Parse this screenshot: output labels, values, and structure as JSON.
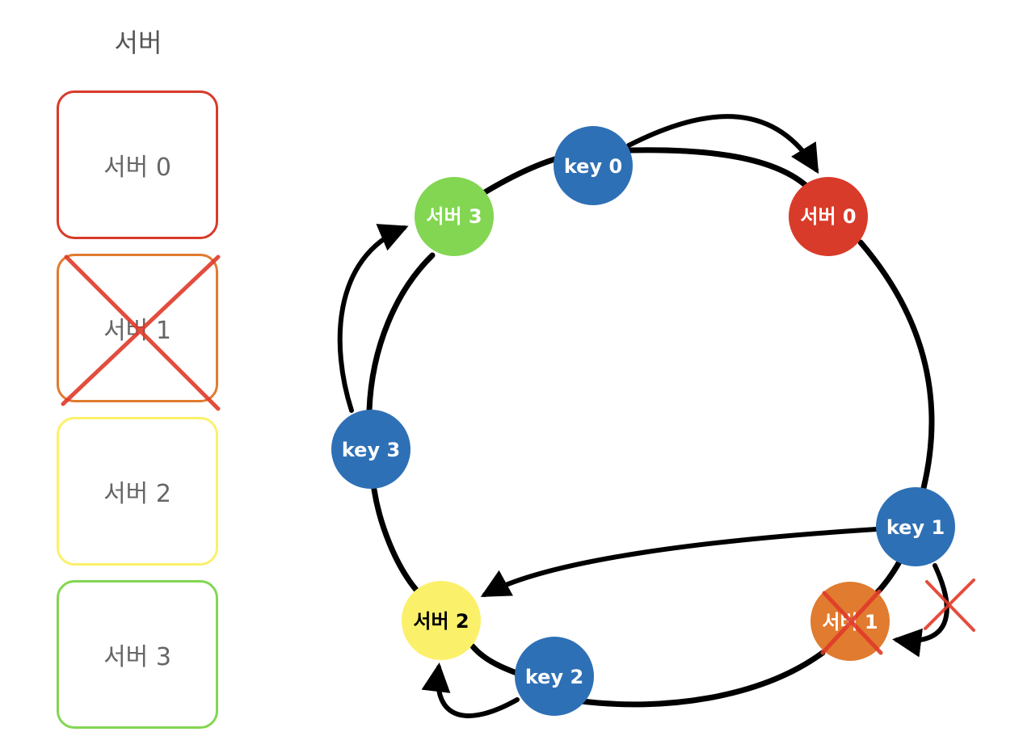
{
  "legend": {
    "heading": "서버",
    "servers": [
      {
        "label": "서버 0",
        "color": "#d83b2a",
        "removed": false
      },
      {
        "label": "서버 1",
        "color": "#e07b2f",
        "removed": true
      },
      {
        "label": "서버 2",
        "color": "#fbf06a",
        "removed": false
      },
      {
        "label": "서버 3",
        "color": "#82d652",
        "removed": false
      }
    ]
  },
  "ring": {
    "servers": [
      {
        "label": "서버 0",
        "color": "#d83b2a",
        "text_color": "#ffffff"
      },
      {
        "label": "서버 1",
        "color": "#e07b2f",
        "text_color": "#ffffff"
      },
      {
        "label": "서버 2",
        "color": "#fbf06a",
        "text_color": "#000000"
      },
      {
        "label": "서버 3",
        "color": "#82d652",
        "text_color": "#ffffff"
      }
    ],
    "keys": [
      {
        "label": "key 0",
        "color": "#2e70b5"
      },
      {
        "label": "key 1",
        "color": "#2e70b5"
      },
      {
        "label": "key 2",
        "color": "#2e70b5"
      },
      {
        "label": "key 3",
        "color": "#2e70b5"
      }
    ],
    "removed_marker_color": "#e03a2a"
  }
}
